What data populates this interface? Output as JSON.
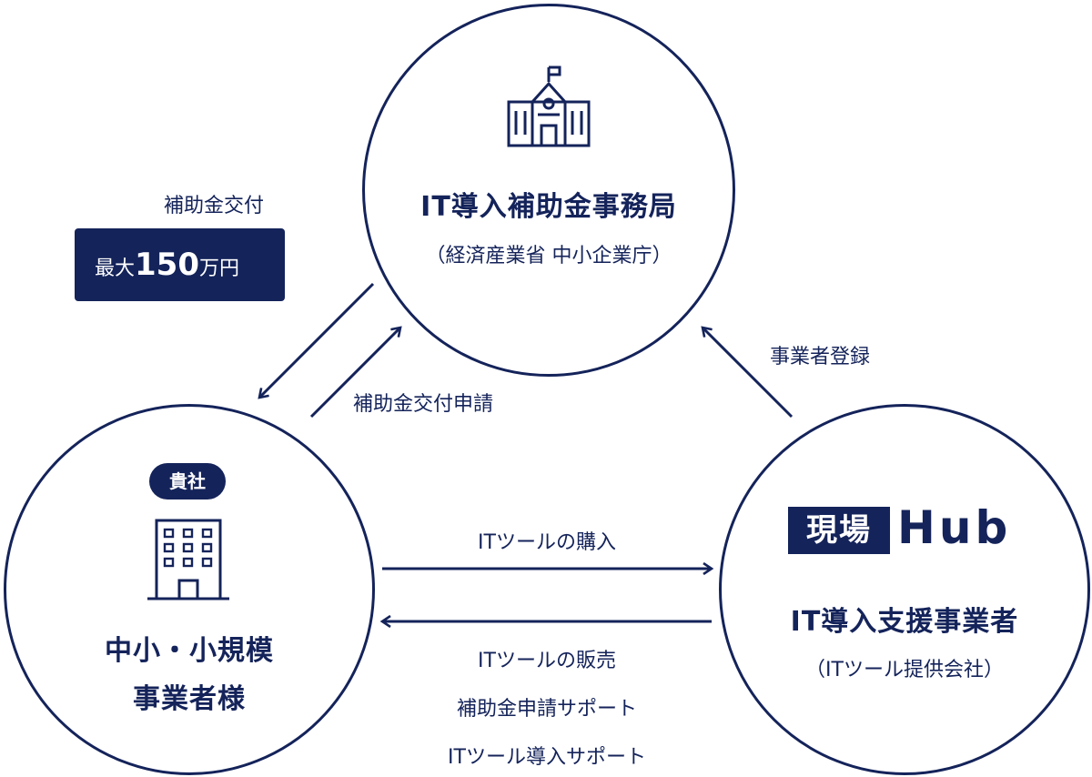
{
  "colors": {
    "navy": "#14235a",
    "white": "#ffffff"
  },
  "top_node": {
    "icon": "school-building-icon",
    "title": "IT導入補助金事務局",
    "subtitle": "（経済産業省 中小企業庁）"
  },
  "left_node": {
    "badge": "貴社",
    "icon": "office-building-icon",
    "title_line1": "中小・小規模",
    "title_line2": "事業者様"
  },
  "right_node": {
    "logo_box_text": "現場",
    "logo_text": "Hub",
    "title": "IT導入支援事業者",
    "subtitle": "（ITツール提供会社）"
  },
  "subsidy": {
    "caption": "補助金交付",
    "prefix": "最大",
    "amount": "150",
    "unit": "万円"
  },
  "flows": {
    "application": "補助金交付申請",
    "registration": "事業者登録",
    "purchase": "ITツールの購入",
    "support_1": "ITツールの販売",
    "support_2": "補助金申請サポート",
    "support_3": "ITツール導入サポート"
  }
}
